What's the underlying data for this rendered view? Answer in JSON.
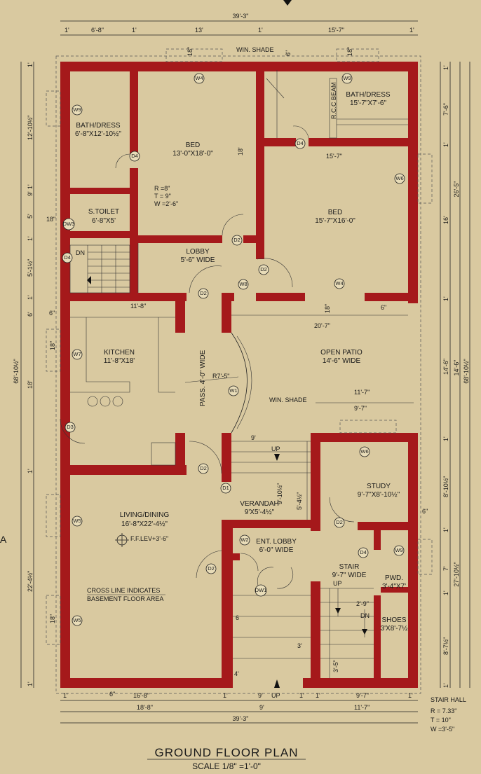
{
  "plan": {
    "title": "GROUND FLOOR PLAN",
    "scale": "SCALE   1/8\" =1'-0\"",
    "colors": {
      "paper": "#d9c9a0",
      "wall": "#a5191b",
      "ink": "#1a1a1a"
    }
  },
  "rooms": {
    "bath_left": {
      "name": "BATH/DRESS",
      "size": "6'-8\"X12'-10½\""
    },
    "bed_left": {
      "name": "BED",
      "size": "13'-0\"X18'-0\""
    },
    "bath_right": {
      "name": "BATH/DRESS",
      "size": "15'-7\"X7'-6\""
    },
    "bed_right": {
      "name": "BED",
      "size": "15'-7\"X16'-0\""
    },
    "stoilet": {
      "name": "S.TOILET",
      "size": "6'-8\"X5'"
    },
    "lobby": {
      "name": "LOBBY",
      "size": "5'-6\" WIDE"
    },
    "kitchen": {
      "name": "KITCHEN",
      "size": "11'-8\"X18'"
    },
    "patio": {
      "name": "OPEN PATIO",
      "size": "14'-6\" WIDE"
    },
    "passage": {
      "name": "PASS. 4'-0\" WIDE"
    },
    "study": {
      "name": "STUDY",
      "size": "9'-7\"X8'-10½\""
    },
    "living": {
      "name": "LIVING/DINING",
      "size": "16'-8\"X22'-4½\""
    },
    "verandah": {
      "name": "VERANDAH",
      "size": "9'X5'-4½\""
    },
    "ent_lobby": {
      "name": "ENT. LOBBY",
      "size": "6'-0\" WIDE"
    },
    "stair": {
      "name": "STAIR",
      "size": "9'-7\" WIDE"
    },
    "pwd": {
      "name": "PWD.",
      "size": "3'-4\"X7'"
    },
    "shoes": {
      "name": "SHOES",
      "size": "3'X8'-7½"
    }
  },
  "notes": {
    "riser": {
      "r": "R  =8\"",
      "t": "T  = 9\"",
      "w": "W  =2'-6\""
    },
    "ffl": "F.F.LEV+3'-6\"",
    "cross1": "CROSS LINE INDICATES",
    "cross2": "BASEMENT FLOOR AREA",
    "win_shade_top": "WIN. SHADE",
    "win_shade_mid": "WIN. SHADE",
    "rcc_beam": "R.C.C BEAM",
    "stair_hall": {
      "title": "STAIR HALL",
      "r": "R  = 7.33\"",
      "t": "T  = 10\"",
      "w": "W  =3'-5\""
    },
    "r_radius": "R7'-5\"",
    "up1": "UP",
    "up2": "UP",
    "up3": "UP",
    "dn1": "DN",
    "dn2": "DN",
    "side_a": "A"
  },
  "dims_top": {
    "overall": "39'-3\"",
    "a": "1'",
    "b": "6'-8\"",
    "c": "1'",
    "d": "13'",
    "e": "1'",
    "f": "15'-7\"",
    "g": "1'"
  },
  "dims_bottom": {
    "row1": [
      "1'",
      "16'-8\"",
      "1'",
      "9'",
      "1'",
      "1'",
      "9'-7\"",
      "1'"
    ],
    "row2": [
      "18'-8\"",
      "9'",
      "11'-7\""
    ],
    "overall": "39'-3\""
  },
  "dims_left": {
    "overall": "68'-10½\"",
    "segs": [
      "1'",
      "12'-10½\"",
      "1'",
      "9'",
      "5'",
      "1'",
      "5'-1½\"",
      "1'",
      "6'",
      "18'",
      "1'",
      "22'-4½\"",
      "1'"
    ]
  },
  "dims_right": {
    "overall": "68'-10½\"",
    "mid": "26'-5\"",
    "mid2": "14'-6\"",
    "mid3": "27'-10½\"",
    "segs": [
      "1'",
      "7'-6\"",
      "1'",
      "16'",
      "1'",
      "14'-6\"",
      "1'",
      "8'-10½\"",
      "1'",
      "7'",
      "1'",
      "8'-7½\"",
      "1'"
    ]
  },
  "dims_inner": {
    "d18_top1": "18\"",
    "d6_top": "6\"",
    "d18_top2": "18\"",
    "d18_mid": "18'",
    "bed_r_w": "15'-7\"",
    "kitchen_w": "11'-8\"",
    "patio_w": "20'-7\"",
    "study_w": "11'-7\"",
    "study_in": "9'-7\"",
    "d9": "9'",
    "ver_h": "9'-10½\"",
    "ver_h2": "5'-4½\"",
    "d6_study": "6\"",
    "d2_9": "2'-9\"",
    "d3_5": "3'-5\"",
    "d18_w7": "18\"",
    "d18_w5": "18\"",
    "d6_k": "6\"",
    "d18_s": "18\"",
    "d6_e": "6",
    "d3_e": "3'",
    "d4_e": "4'",
    "d6_b": "6\"",
    "d18_p": "18\"",
    "d6_p": "6\""
  },
  "tags": {
    "w4a": "W4",
    "w9a": "W9",
    "w9b": "W9",
    "w6a": "W6",
    "w4b": "W4",
    "w8": "W8",
    "w7": "W7",
    "w1": "W1",
    "w6b": "W6",
    "w5a": "W5",
    "w5b": "W5",
    "w2": "W2",
    "w9c": "W9",
    "d4a": "D4",
    "d4b": "D4",
    "d4c": "D4",
    "d4d": "D4",
    "d2a": "D2",
    "d2b": "D2",
    "d2c": "D2",
    "d2d": "D2",
    "d2e": "D2",
    "d2f": "D2",
    "d3": "D3",
    "dw3": "DW3",
    "d1": "D1",
    "dw1": "DW1"
  }
}
